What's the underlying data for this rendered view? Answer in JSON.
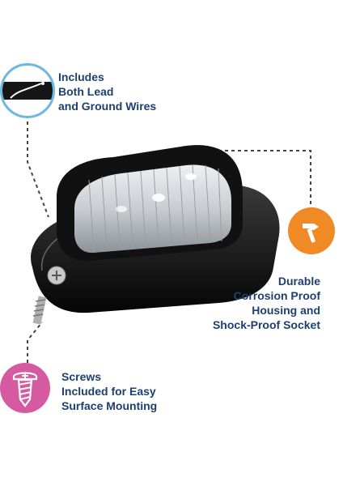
{
  "callouts": {
    "wires": {
      "line1": "Includes",
      "line2": "Both Lead",
      "line3": "and Ground Wires",
      "icon": "wire-icon",
      "color": "#6fb7e0"
    },
    "housing": {
      "line1": "Durable",
      "line2": "Corrosion Proof",
      "line3": "Housing and",
      "line4": "Shock-Proof Socket",
      "icon": "hammer-icon",
      "color": "#f08a24"
    },
    "screws": {
      "line1": "Screws",
      "line2": "Included for Easy",
      "line3": "Surface Mounting",
      "icon": "screw-icon",
      "color": "#d65a9f"
    }
  },
  "colors": {
    "text": "#1f3f6e",
    "housing": "#111111",
    "lens": "#cfd3d6"
  }
}
